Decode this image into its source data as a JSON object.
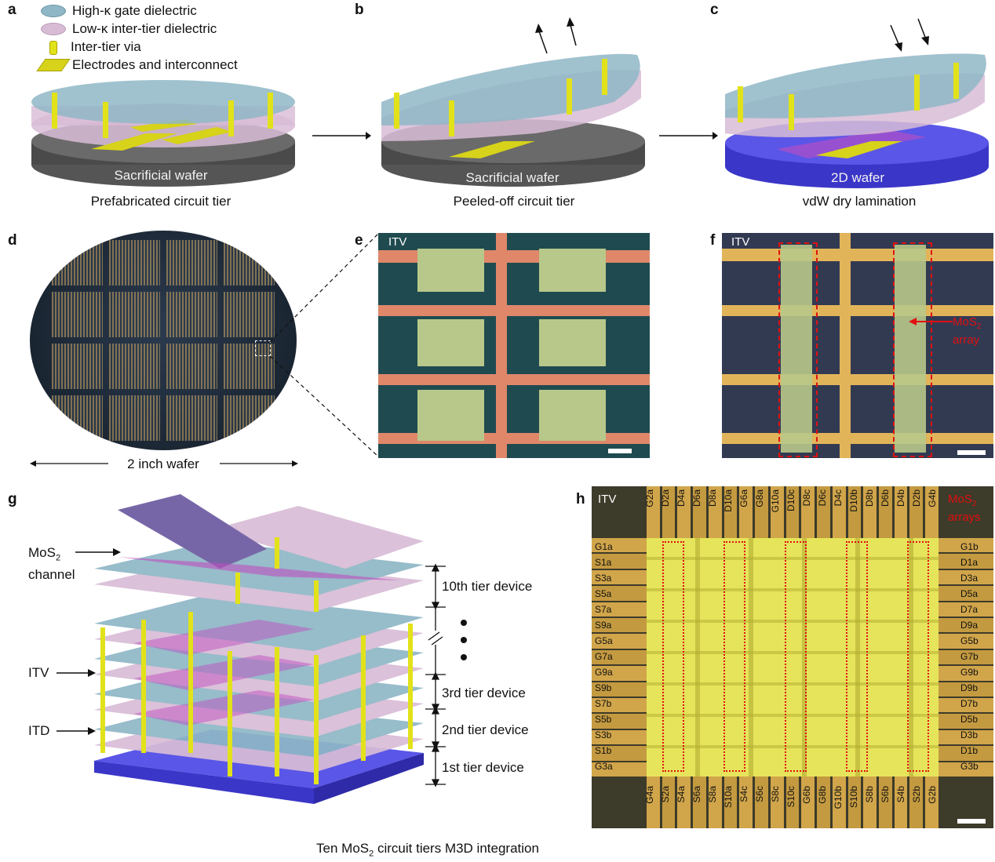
{
  "panels": {
    "a": "a",
    "b": "b",
    "c": "c",
    "d": "d",
    "e": "e",
    "f": "f",
    "g": "g",
    "h": "h"
  },
  "legend": [
    {
      "label": "High-κ gate dielectric",
      "color": "#8fb7c6"
    },
    {
      "label": "Low-κ inter-tier dielectric",
      "color": "#d8bcd6"
    },
    {
      "label": "Inter-tier via",
      "color": "#e2e21a"
    },
    {
      "label": "Electrodes and interconnect",
      "color": "#d7d21a"
    }
  ],
  "top_row": {
    "a_wafer": "Sacrificial wafer",
    "a_caption": "Prefabricated circuit tier",
    "b_wafer": "Sacrificial wafer",
    "b_caption": "Peeled-off circuit tier",
    "c_wafer": "2D wafer",
    "c_caption": "vdW dry lamination"
  },
  "d": {
    "caption": "2 inch wafer"
  },
  "e": {
    "itv": "ITV"
  },
  "f": {
    "itv": "ITV",
    "mos2_line1": "MoS",
    "mos2_sub": "2",
    "mos2_line2": "array"
  },
  "g": {
    "mos2_label": "MoS",
    "mos2_sub": "2",
    "channel_label": "channel",
    "itv_label": "ITV",
    "itd_label": "ITD",
    "tiers": [
      "10th tier device",
      "3rd tier device",
      "2nd tier device",
      "1st tier device"
    ],
    "caption_pre": "Ten MoS",
    "caption_sub": "2",
    "caption_post": " circuit tiers M3D integration"
  },
  "h": {
    "itv": "ITV",
    "mos2_line1": "MoS",
    "mos2_sub": "2",
    "mos2_line2": "arrays",
    "top_pins": [
      "G2a",
      "D2a",
      "D4a",
      "D6a",
      "D8a",
      "D10a",
      "G6a",
      "G8a",
      "G10a",
      "D10c",
      "D8c",
      "D6c",
      "D4c",
      "D10b",
      "D8b",
      "D6b",
      "D4b",
      "D2b",
      "G4b"
    ],
    "bottom_pins": [
      "G4a",
      "S2a",
      "S4a",
      "S6a",
      "S8a",
      "S10a",
      "S4c",
      "S6c",
      "S8c",
      "S10c",
      "G6b",
      "G8b",
      "G10b",
      "S10b",
      "S8b",
      "S6b",
      "S4b",
      "S2b",
      "G2b"
    ],
    "left_pins": [
      "G1a",
      "S1a",
      "S3a",
      "S5a",
      "S7a",
      "S9a",
      "G5a",
      "G7a",
      "G9a",
      "S9b",
      "S7b",
      "S5b",
      "S3b",
      "S1b",
      "G3a"
    ],
    "right_pins": [
      "G1b",
      "D1a",
      "D3a",
      "D5a",
      "D7a",
      "D9a",
      "G5b",
      "G7b",
      "G9b",
      "D9b",
      "D7b",
      "D5b",
      "D3b",
      "D1b",
      "G3b"
    ]
  }
}
